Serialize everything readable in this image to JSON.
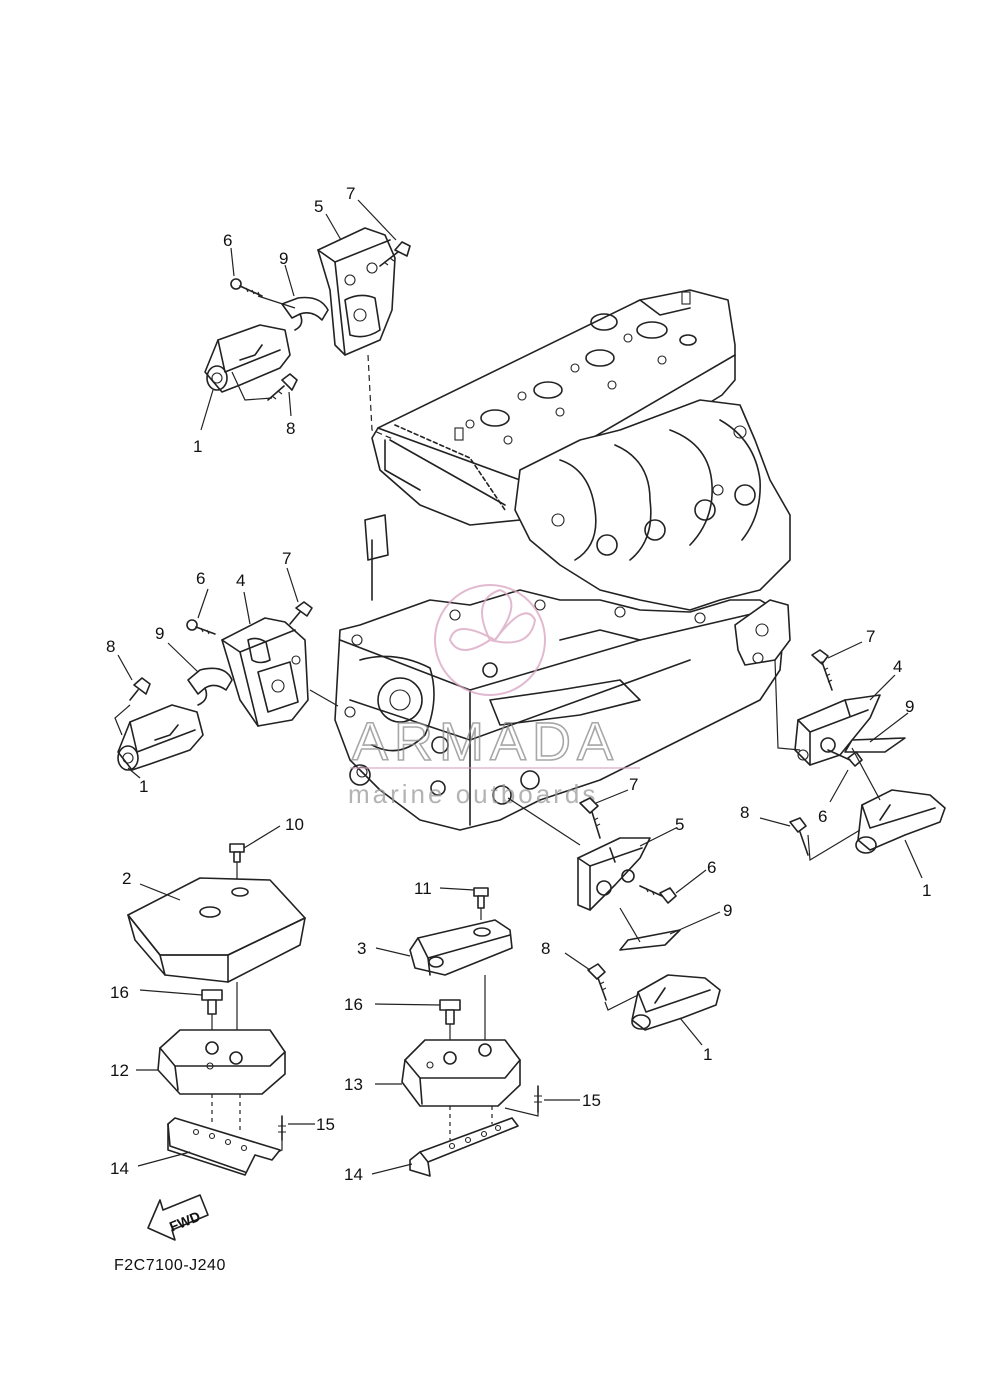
{
  "diagram_code": "F2C7100-J240",
  "fwd_arrow_label": "FWD",
  "watermark": {
    "brand": "ARMADA",
    "tagline": "marine outboards",
    "accent_color": "#d9a3bf"
  },
  "callouts": {
    "1": "1",
    "2": "2",
    "3": "3",
    "4": "4",
    "5": "5",
    "6": "6",
    "7": "7",
    "8": "8",
    "9": "9",
    "10": "10",
    "11": "11",
    "12": "12",
    "13": "13",
    "14": "14",
    "15": "15",
    "16": "16"
  }
}
